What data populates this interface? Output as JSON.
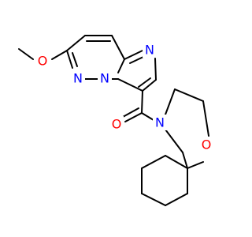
{
  "molecule": {
    "atoms": {
      "methoxy_o": {
        "symbol": "O",
        "color": "#ff0000"
      },
      "pyridazine_n1": {
        "symbol": "N",
        "color": "#0000ff"
      },
      "pyridazine_n2": {
        "symbol": "N",
        "color": "#0000ff"
      },
      "imidazole_n": {
        "symbol": "N",
        "color": "#0000ff"
      },
      "carbonyl_o": {
        "symbol": "O",
        "color": "#ff0000"
      },
      "amide_n": {
        "symbol": "N",
        "color": "#0000ff"
      },
      "ring_o": {
        "symbol": "O",
        "color": "#ff0000"
      }
    },
    "bond_color": "#000000"
  }
}
